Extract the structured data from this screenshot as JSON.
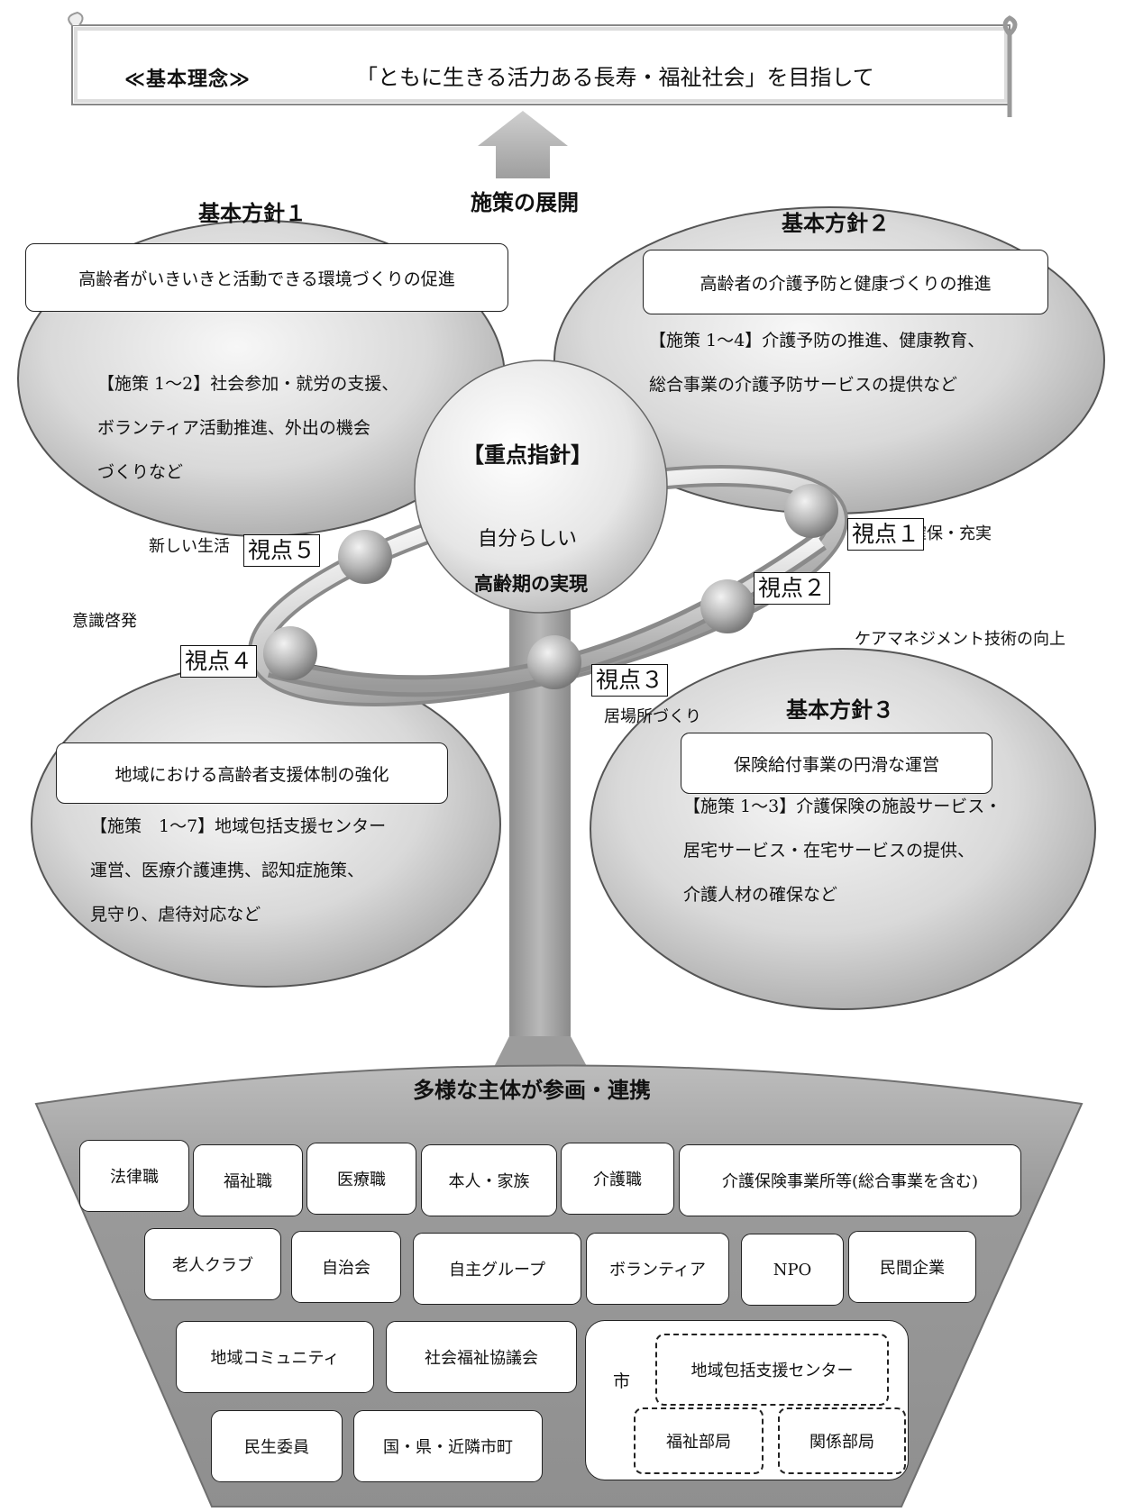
{
  "banner": {
    "title": "≪基本理念≫",
    "text": "「ともに生きる活力ある長寿・福祉社会」を目指して"
  },
  "arrow_label": "施策の展開",
  "policies": [
    {
      "heading": "基本方針１",
      "box": "高齢者がいきいきと活動できる環境づくりの促進",
      "lines": [
        "【施策 1～2】社会参加・就労の支援、",
        "ボランティア活動推進、外出の機会",
        "づくりなど"
      ]
    },
    {
      "heading": "基本方針２",
      "box": "高齢者の介護予防と健康づくりの推進",
      "lines": [
        "【施策 1～4】介護予防の推進、健康教育、",
        "総合事業の介護予防サービスの提供など"
      ]
    },
    {
      "heading": "基本方針３",
      "box": "保険給付事業の円滑な運営",
      "lines": [
        "【施策 1～3】介護保険の施設サービス・",
        "居宅サービス・在宅サービスの提供、",
        "介護人材の確保など"
      ]
    },
    {
      "heading": "",
      "box": "地域における高齢者支援体制の強化",
      "lines": [
        "【施策　1～7】地域包括支援センター",
        "運営、医療介護連携、認知症施策、",
        "見守り、虐待対応など"
      ]
    }
  ],
  "center": {
    "title": "【重点指針】",
    "line1": "自分らしい",
    "line2": "高齢期の実現"
  },
  "viewpoints": [
    "視点１",
    "視点２",
    "視点３",
    "視点４",
    "視点５"
  ],
  "viewpoint_notes": {
    "v1": "確保・充実",
    "v2": "ケアマネジメント技術の向上",
    "v3": "居場所づくり",
    "v4": "意識啓発",
    "v5": "新しい生活"
  },
  "actors": {
    "title": "多様な主体が参画・連携",
    "row1": [
      "法律職",
      "福祉職",
      "医療職",
      "本人・家族",
      "介護職",
      "介護保険事業所等(総合事業を含む)"
    ],
    "row2": [
      "老人クラブ",
      "自治会",
      "自主グループ",
      "ボランティア",
      "NPO",
      "民間企業"
    ],
    "row3": [
      "地域コミュニティ",
      "社会福祉協議会"
    ],
    "row4": [
      "民生委員",
      "国・県・近隣市町"
    ],
    "city": {
      "label": "市",
      "center": "地域包括支援センター",
      "dept1": "福祉部局",
      "dept2": "関係部局"
    }
  }
}
